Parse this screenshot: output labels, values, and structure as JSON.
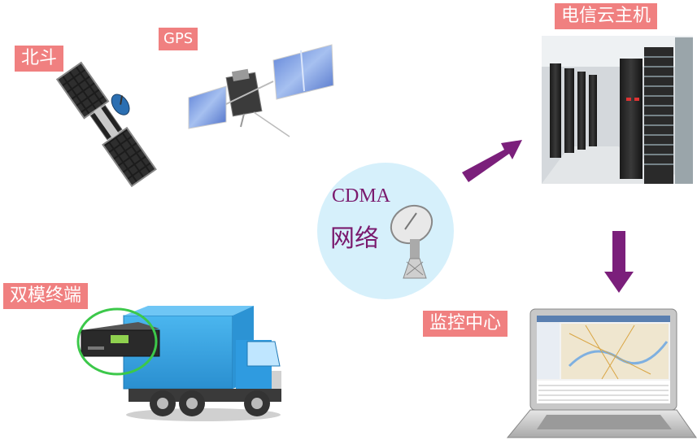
{
  "labels": {
    "beidou": "北斗",
    "gps": "GPS",
    "telecom_cloud_host": "电信云主机",
    "dual_mode_terminal": "双模终端",
    "monitoring_center": "监控中心"
  },
  "network": {
    "line1": "CDMA",
    "line2": "网络"
  },
  "colors": {
    "label_bg": "#f08080",
    "arrow": "#7b1f7b",
    "network_circle": "#d6f0fb",
    "truck_body": "#3aa6e4",
    "highlight_ring": "#3cc84a"
  },
  "icons": {
    "beidou_satellite": "satellite-icon",
    "gps_satellite": "satellite-icon",
    "server_room": "server-room-photo",
    "truck": "truck-icon",
    "terminal_device": "dvr-terminal-icon",
    "laptop": "laptop-icon",
    "dish": "satellite-dish-icon"
  }
}
